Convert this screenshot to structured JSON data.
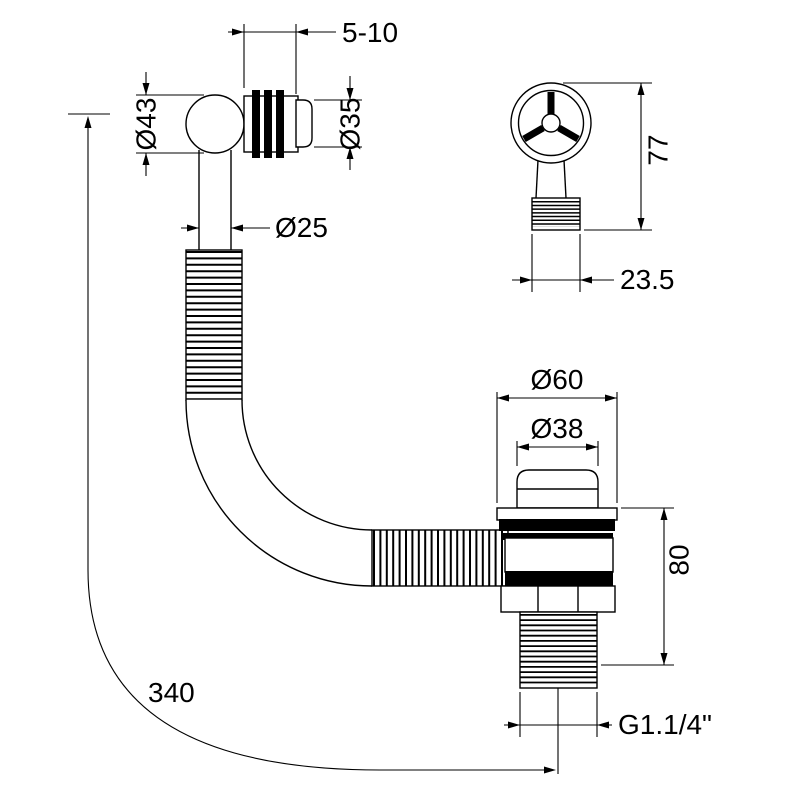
{
  "drawing": {
    "colors": {
      "line": "#000000",
      "background": "#ffffff"
    },
    "dimensions": {
      "wall_thickness_range": "5-10",
      "elbow_diameter": "Ø43",
      "overflow_connector_diameter": "Ø35",
      "hose_tail_diameter": "Ø25",
      "overflow_body_height": "77",
      "overflow_thread_length": "23.5",
      "waste_flange_diameter": "Ø60",
      "waste_plug_diameter": "Ø38",
      "waste_body_height": "80",
      "hose_length": "340",
      "waste_thread_size": "G1.1/4\""
    }
  }
}
